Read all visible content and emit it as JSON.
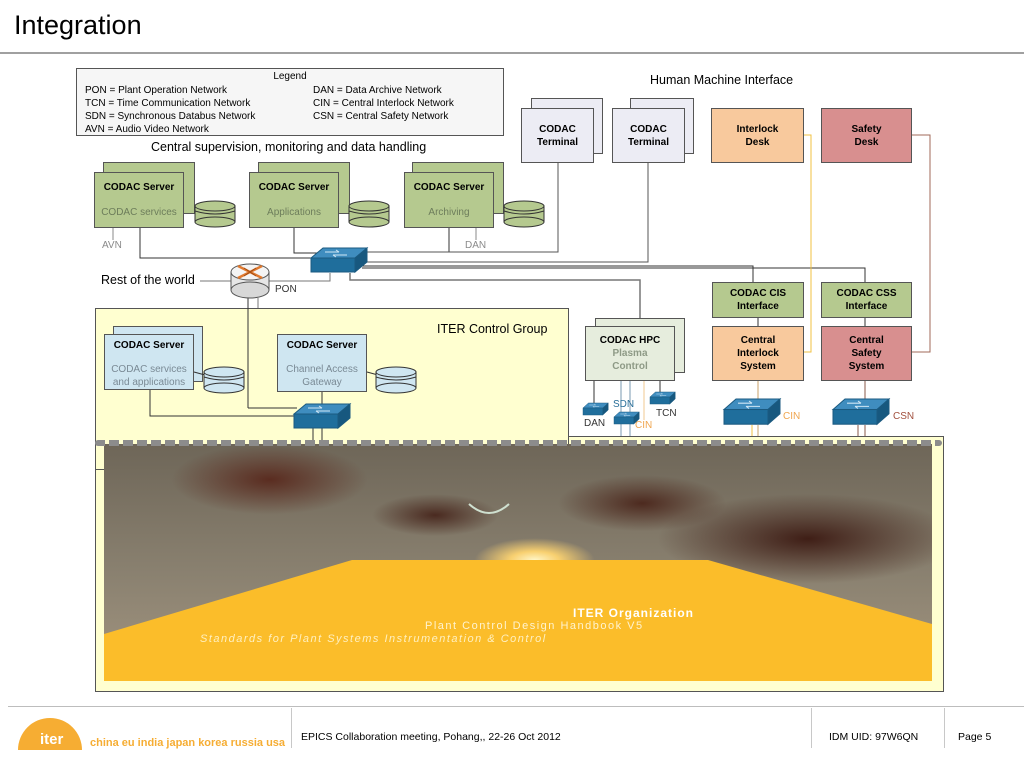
{
  "page": {
    "title": "Integration"
  },
  "legend": {
    "header": "Legend",
    "left": [
      "PON = Plant Operation Network",
      "TCN = Time Communication Network",
      "SDN = Synchronous Databus Network",
      "AVN = Audio Video Network"
    ],
    "right": [
      "DAN = Data Archive Network",
      "CIN = Central Interlock Network",
      "CSN = Central Safety Network"
    ]
  },
  "sections": {
    "central": "Central supervision, monitoring and data handling",
    "hmi": "Human Machine Interface",
    "iter_control_group": "ITER Control Group",
    "rest_of_world": "Rest of the world"
  },
  "central_servers": [
    {
      "title": "CODAC Server",
      "subtitle": "CODAC services"
    },
    {
      "title": "CODAC Server",
      "subtitle": "Applications"
    },
    {
      "title": "CODAC Server",
      "subtitle": "Archiving"
    }
  ],
  "hmi_nodes": [
    {
      "line1": "CODAC",
      "line2": "Terminal"
    },
    {
      "line1": "CODAC",
      "line2": "Terminal"
    },
    {
      "line1": "Interlock",
      "line2": "Desk"
    },
    {
      "line1": "Safety",
      "line2": "Desk"
    }
  ],
  "interfaces": [
    {
      "line1": "CODAC CIS",
      "line2": "Interface"
    },
    {
      "line1": "CODAC CSS",
      "line2": "Interface"
    }
  ],
  "systems": [
    {
      "line1": "Central",
      "line2": "Interlock",
      "line3": "System"
    },
    {
      "line1": "Central",
      "line2": "Safety",
      "line3": "System"
    }
  ],
  "hpc": {
    "title": "CODAC HPC",
    "line2": "Plasma",
    "line3": "Control"
  },
  "group_servers": [
    {
      "title": "CODAC Server",
      "line1": "CODAC services",
      "line2": "and applications"
    },
    {
      "title": "CODAC Server",
      "line1": "Channel Access",
      "line2": "Gateway"
    }
  ],
  "network_labels": {
    "avn": "AVN",
    "dan": "DAN",
    "pon": "PON",
    "hpc_dan": "DAN",
    "hpc_sdn": "SDN",
    "hpc_cin": "CIN",
    "hpc_tcn": "TCN",
    "cin": "CIN",
    "csn": "CSN"
  },
  "cover": {
    "org": "ITER Organization",
    "title": "Plant Control Design Handbook V5",
    "subtitle": "Standards for Plant Systems Instrumentation & Control"
  },
  "footer": {
    "logo": "iter",
    "members": "china eu india japan korea russia usa",
    "event": "EPICS Collaboration meeting, Pohang,, 22-26 Oct 2012",
    "idm": "IDM UID: 97W6QN",
    "page": "Page 5"
  },
  "colors": {
    "server_green": "#b5c98f",
    "interlock_orange": "#f8c99d",
    "safety_pink": "#d88f8f",
    "switch_blue": "#1f6e9c",
    "group_yellow": "#ffffd0",
    "iter_orange": "#f6ad33"
  }
}
